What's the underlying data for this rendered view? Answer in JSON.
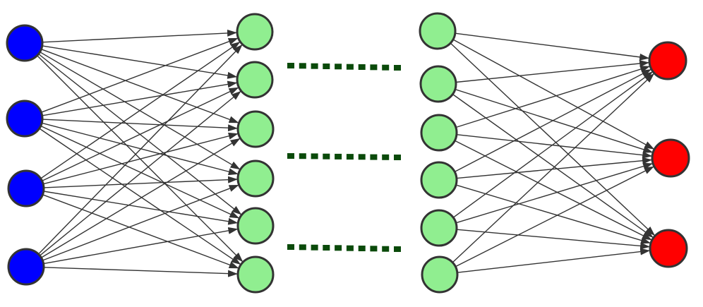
{
  "diagram": {
    "type": "neural-network",
    "colors": {
      "input": "#0000ff",
      "hidden": "#90ee90",
      "output": "#ff0000",
      "edge": "#333333",
      "node_border": "#333333",
      "ellipsis": "#0a4a0a"
    },
    "layers": [
      {
        "name": "input",
        "node_count": 4
      },
      {
        "name": "hidden-first",
        "node_count": 6
      },
      {
        "name": "hidden-last",
        "node_count": 6
      },
      {
        "name": "output",
        "node_count": 3
      }
    ],
    "connections": [
      {
        "from": "input",
        "to": "hidden-first",
        "fully_connected": true,
        "arrows": true
      },
      {
        "from": "hidden-last",
        "to": "output",
        "fully_connected": true,
        "arrows": true
      }
    ],
    "ellipsis_rows": 3
  }
}
